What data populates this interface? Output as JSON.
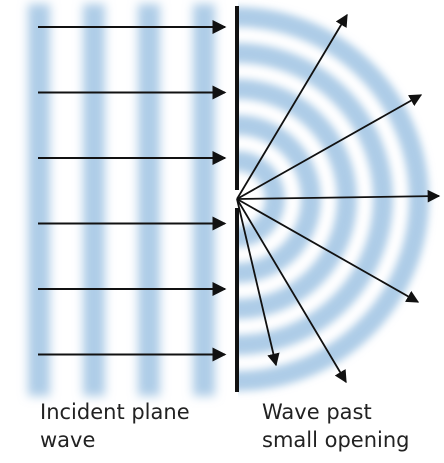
{
  "captions": {
    "incident": {
      "line1": "Incident plane",
      "line2": "wave"
    },
    "past": {
      "line1": "Wave past",
      "line2": "small opening"
    }
  },
  "colors": {
    "wave": "#a9c9e6",
    "ink": "#111111",
    "text": "#222222"
  },
  "incident_wave": {
    "band_count": 4,
    "arrow_count": 6
  },
  "diffracted_wave": {
    "ring_count": 5,
    "ray_count": 6
  }
}
